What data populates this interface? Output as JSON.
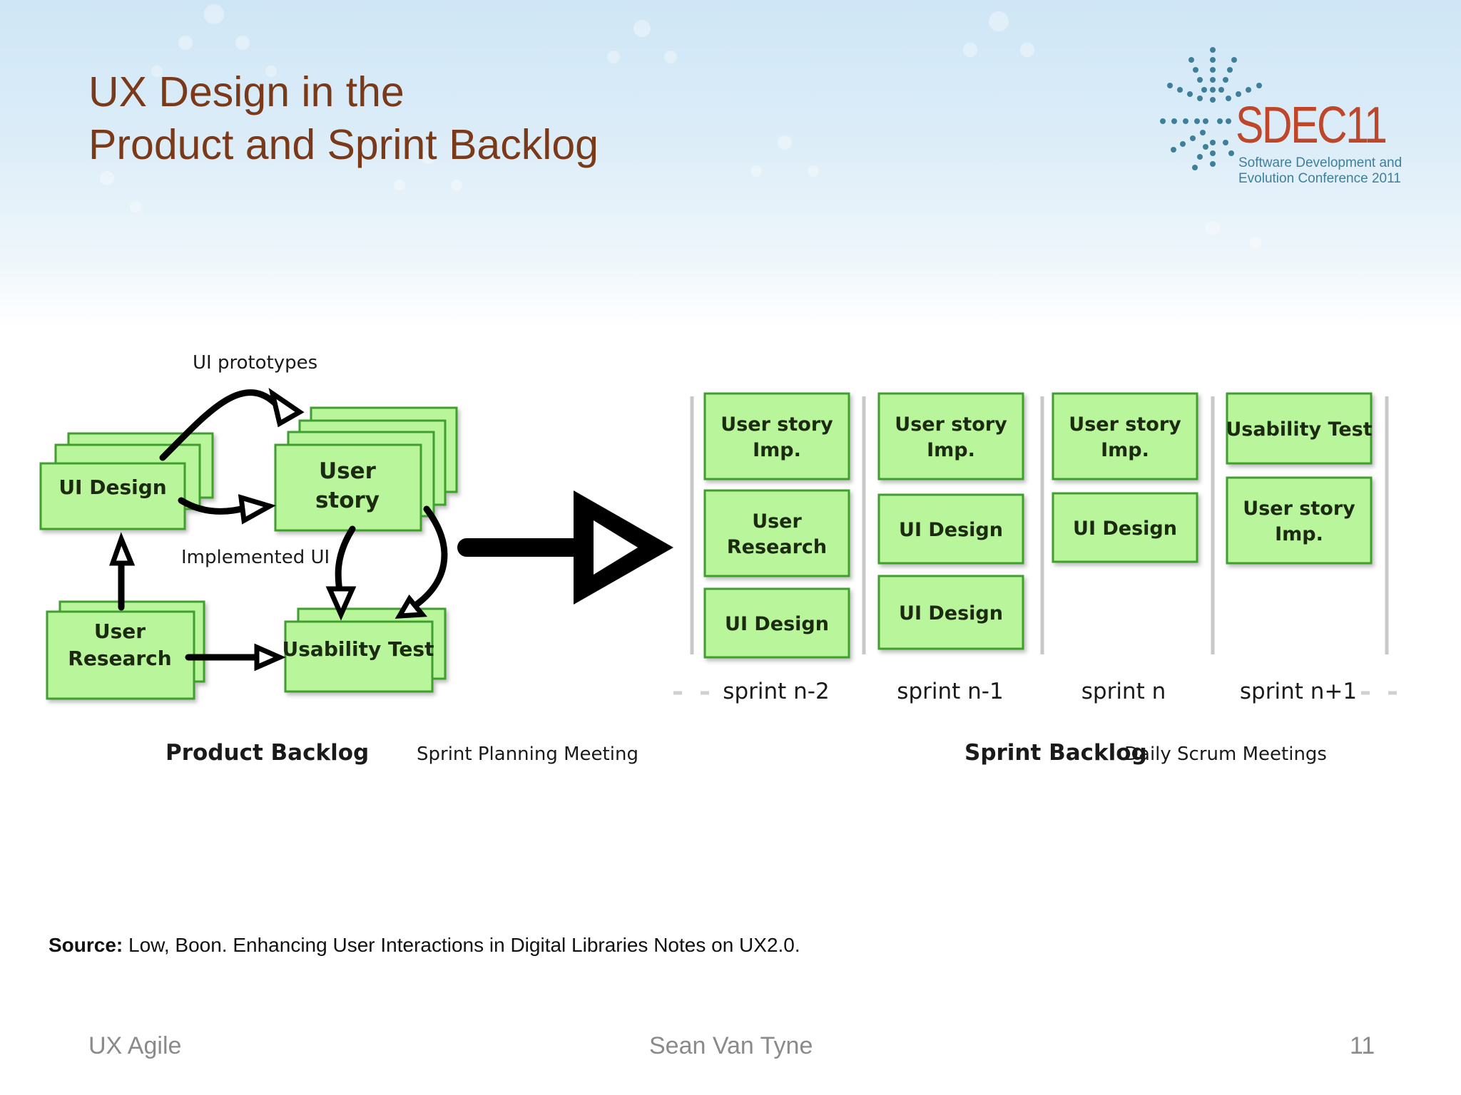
{
  "slide": {
    "title_line1": "UX Design in the",
    "title_line2": "Product and Sprint Backlog"
  },
  "logo": {
    "name": "SDEC11",
    "subtitle_line1": "Software Development and",
    "subtitle_line2": "Evolution Conference 2011",
    "accent_color": "#c0462a",
    "dots_color": "#3f7f9a"
  },
  "product_backlog": {
    "ui_design": "UI Design",
    "user_story_line1": "User",
    "user_story_line2": "story",
    "user_research_line1": "User",
    "user_research_line2": "Research",
    "usability_test": "Usability Test",
    "label_ui_prototypes": "UI prototypes",
    "label_implemented_ui": "Implemented UI",
    "caption": "Product Backlog"
  },
  "sprint_planning_label": "Sprint Planning Meeting",
  "sprints": [
    {
      "label": "sprint n-2",
      "cards": [
        {
          "line1": "User story",
          "line2": "Imp."
        },
        {
          "line1": "User",
          "line2": "Research"
        },
        {
          "line1": "UI Design",
          "line2": ""
        }
      ]
    },
    {
      "label": "sprint n-1",
      "cards": [
        {
          "line1": "User story",
          "line2": "Imp."
        },
        {
          "line1": "UI Design",
          "line2": ""
        },
        {
          "line1": "UI Design",
          "line2": ""
        }
      ]
    },
    {
      "label": "sprint n",
      "cards": [
        {
          "line1": "User story",
          "line2": "Imp."
        },
        {
          "line1": "UI Design",
          "line2": ""
        }
      ]
    },
    {
      "label": "sprint n+1",
      "cards": [
        {
          "line1": "Usability Test",
          "line2": ""
        },
        {
          "line1": "User story",
          "line2": "Imp."
        }
      ]
    }
  ],
  "sprint_backlog_caption": "Sprint Backlog",
  "daily_scrum_label": "Daily Scrum Meetings",
  "source": {
    "label": "Source:",
    "text": " Low, Boon. Enhancing User Interactions in Digital Libraries Notes on UX2.0."
  },
  "footer": {
    "left": "UX Agile",
    "center": "Sean Van Tyne",
    "page_number": "11"
  },
  "colors": {
    "card_fill": "#b9f59a",
    "card_border": "#3f9f2f",
    "title": "#7a3a1a"
  }
}
